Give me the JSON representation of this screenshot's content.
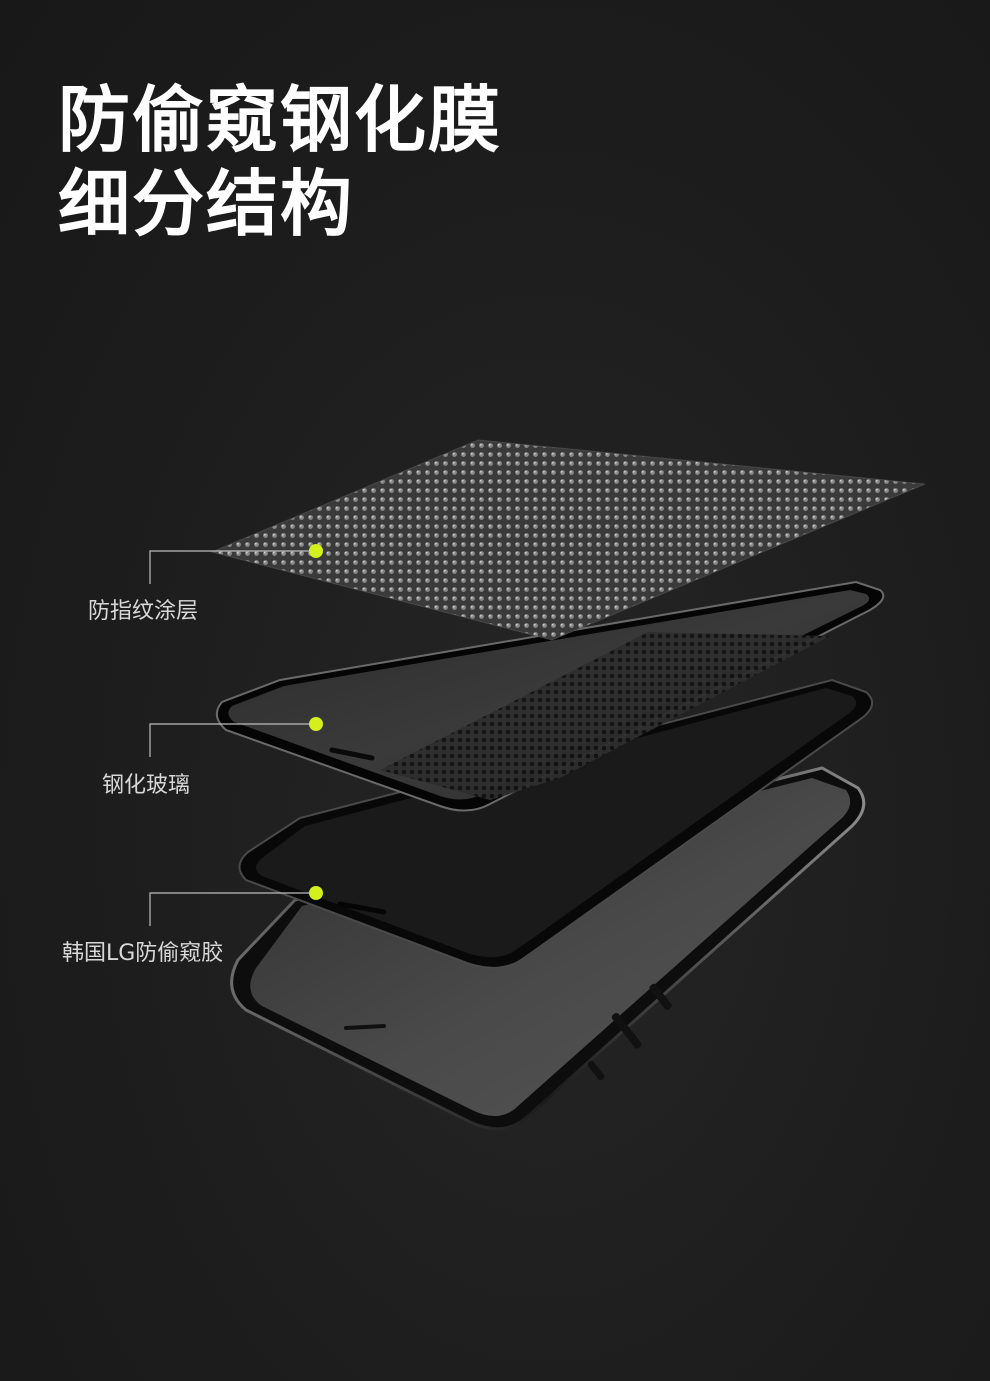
{
  "title": {
    "line1": "防偷窥钢化膜",
    "line2": "细分结构"
  },
  "layers": [
    {
      "label": "防指纹涂层"
    },
    {
      "label": "钢化玻璃"
    },
    {
      "label": "韩国LG防偷窥胶"
    }
  ],
  "colors": {
    "background": "#1c1c1c",
    "accent_dot": "#d4f01c",
    "title_text": "#ffffff",
    "label_text": "#d8d8d8",
    "leader_line": "#bdbdbd"
  }
}
